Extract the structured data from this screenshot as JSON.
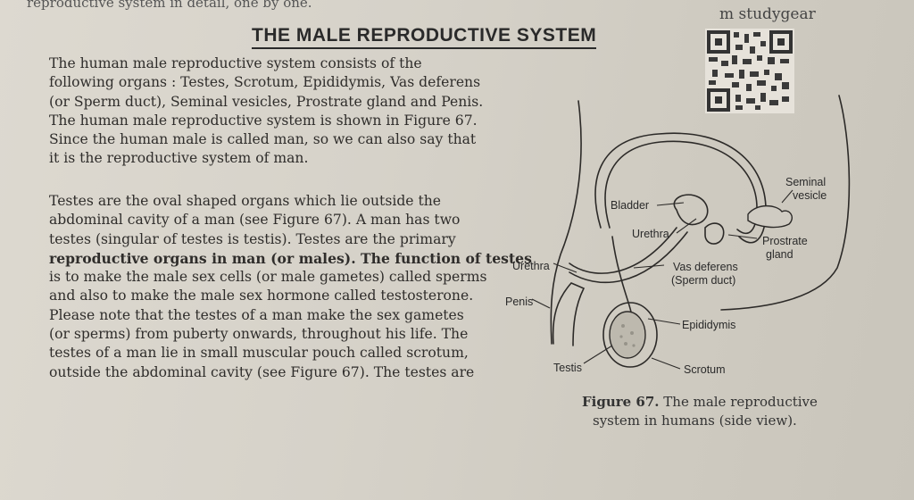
{
  "header_fragment": "reproductive system in detail, one by one.",
  "title": "THE MALE REPRODUCTIVE SYSTEM",
  "brand": "studygear",
  "paragraph1": [
    "The human male reproductive system consists of the",
    "following organs : Testes, Scrotum, Epididymis, Vas deferens",
    "(or Sperm duct), Seminal vesicles, Prostrate gland and Penis.",
    "The human male reproductive system is shown in Figure 67.",
    "Since the human male is called man, so we can also say that",
    "it is the reproductive system of man."
  ],
  "paragraph2": [
    "Testes are the oval shaped organs which lie outside the",
    "abdominal cavity of a man (see Figure 67). A man has two",
    "testes (singular of testes is testis). Testes are the primary",
    "reproductive organs in man (or males). The function of testes",
    "is to make the male sex cells (or male gametes) called sperms",
    "and also to make the male sex hormone called testosterone.",
    "Please note that the testes of a man make the sex gametes",
    "(or sperms) from puberty onwards, throughout his life. The",
    "testes of a man lie in small muscular pouch called scrotum,",
    "outside the abdominal cavity (see Figure 67). The testes are"
  ],
  "figure": {
    "labels": {
      "bladder": "Bladder",
      "urethra_inner": "Urethra",
      "seminal_vesicle_1": "Seminal",
      "seminal_vesicle_2": "vesicle",
      "prostrate_1": "Prostrate",
      "prostrate_2": "gland",
      "urethra_outer": "Urethra",
      "vas_deferens_1": "Vas deferens",
      "vas_deferens_2": "(Sperm duct)",
      "penis": "Penis",
      "epididymis": "Epididymis",
      "testis": "Testis",
      "scrotum": "Scrotum"
    },
    "caption_bold": "Figure 67.",
    "caption_line1": " The male reproductive",
    "caption_line2": "system in humans (side view)."
  }
}
